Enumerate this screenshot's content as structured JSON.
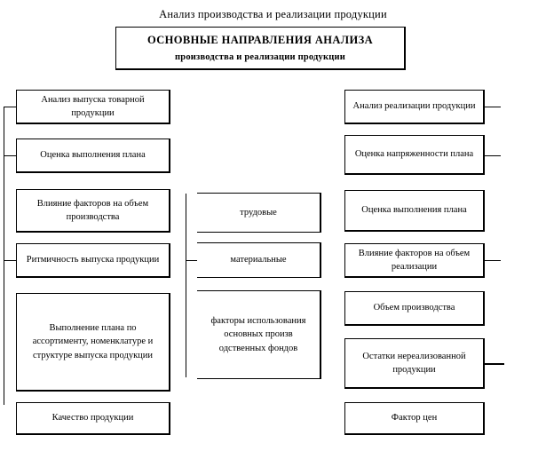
{
  "page": {
    "title": "Анализ производства и реализации продукции"
  },
  "header": {
    "line1": "ОСНОВНЫЕ НАПРАВЛЕНИЯ АНАЛИЗА",
    "line2": "производства и реализации продукции"
  },
  "left_column": {
    "nodes": [
      {
        "label": "Анализ выпуска товарной продукции"
      },
      {
        "label": "Оценка выполнения плана"
      },
      {
        "label": "Влияние факторов на объем производства"
      },
      {
        "label": "Ритмичность выпуска продукции"
      },
      {
        "label": "Выполнение плана по ассортименту, номенклатуре и структуре выпуска продукции"
      },
      {
        "label": "Качество продукции"
      }
    ]
  },
  "middle_column": {
    "nodes": [
      {
        "label": "трудовые"
      },
      {
        "label": "материальные"
      },
      {
        "label": "факторы использования основных произв одственных фондов"
      }
    ]
  },
  "right_column": {
    "nodes": [
      {
        "label": "Анализ реализации продукции"
      },
      {
        "label": "Оценка напряженности плана"
      },
      {
        "label": "Оценка выполнения плана"
      },
      {
        "label": "Влияние факторов на объем реализации"
      },
      {
        "label": "Объем производства"
      },
      {
        "label": "Остатки нереализованной продукции"
      },
      {
        "label": "Фактор цен"
      }
    ]
  },
  "colors": {
    "line": "#000000",
    "background": "#ffffff",
    "text": "#000000"
  }
}
